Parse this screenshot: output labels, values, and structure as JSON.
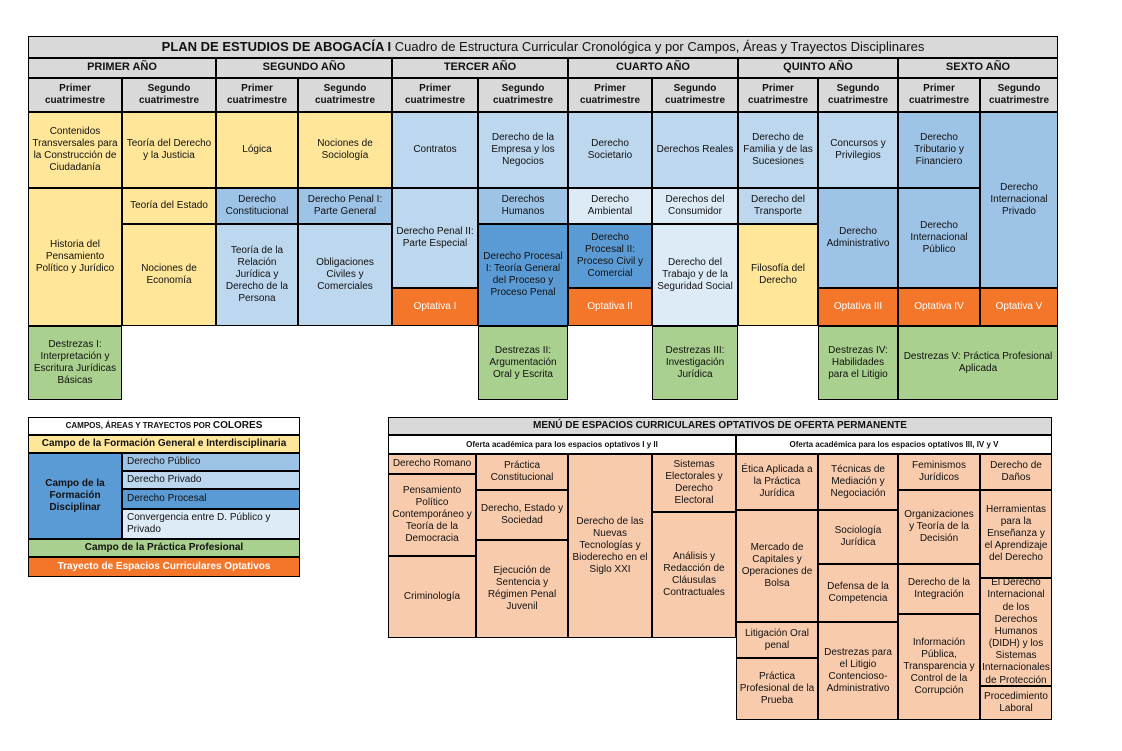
{
  "title": {
    "bold": "PLAN DE ESTUDIOS DE ABOGACÍA I",
    "rest": " Cuadro de Estructura Curricular Cronológica y por Campos, Áreas y Trayectos Disciplinares"
  },
  "years": [
    "PRIMER AÑO",
    "SEGUNDO AÑO",
    "TERCER AÑO",
    "CUARTO AÑO",
    "QUINTO AÑO",
    "SEXTO AÑO"
  ],
  "semesters": [
    "Primer cuatrimestre",
    "Segundo cuatrimestre"
  ],
  "courses": {
    "y1s1": [
      "Contenidos Transversales para la Construcción de Ciudadanía",
      "Historia del Pensamiento Político y Jurídico",
      "Destrezas I: Interpretación y Escritura Jurídicas Básicas"
    ],
    "y1s2": [
      "Teoría del Derecho y la Justicia",
      "Teoría del Estado",
      "Nociones de Economía"
    ],
    "y2s1": [
      "Lógica",
      "Derecho Constitucional",
      "Teoría de la Relación Jurídica y Derecho de la Persona"
    ],
    "y2s2": [
      "Nociones de Sociología",
      "Derecho Penal I: Parte General",
      "Obligaciones Civiles y Comerciales"
    ],
    "y3s1": [
      "Contratos",
      "Derecho Penal II: Parte Especial",
      "Optativa I"
    ],
    "y3s2": [
      "Derecho de la Empresa y los Negocios",
      "Derechos Humanos",
      "Derecho Procesal I: Teoría General del Proceso y Proceso Penal",
      "Destrezas II: Argumentación Oral y Escrita"
    ],
    "y4s1": [
      "Derecho Societario",
      "Derecho Ambiental",
      "Derecho Procesal II: Proceso Civil y Comercial",
      "Optativa II"
    ],
    "y4s2": [
      "Derechos Reales",
      "Derechos del Consumidor",
      "Derecho del Trabajo y de la Seguridad Social",
      "Destrezas III: Investigación Jurídica"
    ],
    "y5s1": [
      "Derecho de Familia y de las Sucesiones",
      "Derecho del Transporte",
      "Filosofía del Derecho"
    ],
    "y5s2": [
      "Concursos y Privilegios",
      "Derecho Administrativo",
      "Optativa III",
      "Destrezas IV: Habilidades para el Litigio"
    ],
    "y6s1": [
      "Derecho Tributario y Financiero",
      "Derecho Internacional Público",
      "Optativa IV"
    ],
    "y6s2": [
      "Derecho Internacional Privado",
      "Optativa V"
    ],
    "destrezas5": "Destrezas V: Práctica Profesional Aplicada"
  },
  "legend": {
    "header": "CAMPOS, ÁREAS Y TRAYECTOS POR",
    "header_strong": "COLORES",
    "general": "Campo de la Formación General e Interdisciplinaria",
    "disciplinar": "Campo de la Formación Disciplinar",
    "areas": [
      "Derecho Público",
      "Derecho Privado",
      "Derecho Procesal",
      "Convergencia entre D. Público y Privado"
    ],
    "practica": "Campo de la Práctica Profesional",
    "optativos": "Trayecto de Espacios Curriculares Optativos",
    "colors": {
      "general": "#ffe699",
      "publico": "#9dc3e6",
      "privado": "#bdd7ee",
      "procesal": "#5b9bd5",
      "convergencia": "#ddebf7",
      "practica": "#a9d08e",
      "optativos": "#f4762b"
    }
  },
  "menu": {
    "title": "MENÚ DE ESPACIOS CURRICULARES OPTATIVOS DE OFERTA PERMANENTE",
    "sub1": "Oferta académica para los espacios optativos I y II",
    "sub2": "Oferta académica para los espacios optativos III, IV y V",
    "c1": [
      "Derecho Romano",
      "Pensamiento Político Contemporáneo y Teoría de la Democracia",
      "Criminología"
    ],
    "c2": [
      "Práctica Constitucional",
      "Derecho, Estado y Sociedad",
      "Ejecución de Sentencia y Régimen Penal Juvenil"
    ],
    "c3": [
      "Derecho de las Nuevas Tecnologías y Bioderecho en el Siglo XXI"
    ],
    "c4": [
      "Sistemas Electorales y Derecho Electoral",
      "Análisis y Redacción de Cláusulas Contractuales"
    ],
    "c5": [
      "Ética Aplicada a la Práctica Jurídica",
      "Mercado de Capitales y Operaciones de Bolsa",
      "Litigación Oral penal",
      "Práctica Profesional de la Prueba"
    ],
    "c6": [
      "Técnicas de Mediación y Negociación",
      "Sociología Jurídica",
      "Defensa de la Competencia",
      "Destrezas para el Litigio Contencioso-Administrativo"
    ],
    "c7": [
      "Feminismos Jurídicos",
      "Organizaciones y Teoría de la Decisión",
      "Derecho de la Integración",
      "Información Pública, Transparencia y Control de la Corrupción"
    ],
    "c8": [
      "Derecho de Daños",
      "Herramientas para la Enseñanza y el Aprendizaje del Derecho",
      "El Derecho Internacional de los Derechos Humanos (DIDH) y los Sistemas Internacionales de Protección",
      "Procedimiento Laboral"
    ]
  }
}
